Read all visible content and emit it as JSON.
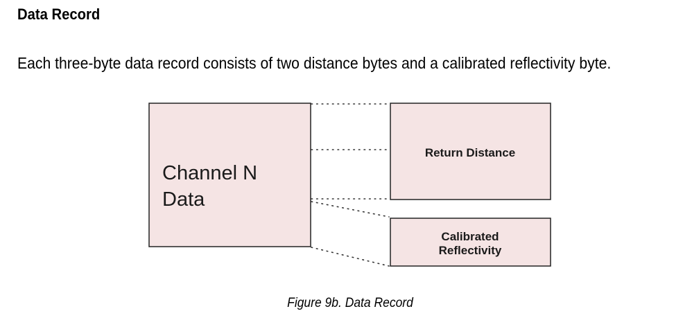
{
  "section": {
    "heading": "Data Record",
    "intro": "Each three-byte data record consists of two distance bytes and a calibrated reflectivity byte."
  },
  "diagram": {
    "source_box": {
      "line1": "Channel N",
      "line2": "Data"
    },
    "return_distance_box": {
      "label": "Return Distance"
    },
    "reflectivity_box": {
      "line1": "Calibrated",
      "line2": "Reflectivity"
    }
  },
  "figure": {
    "caption": "Figure 9b. Data Record"
  }
}
